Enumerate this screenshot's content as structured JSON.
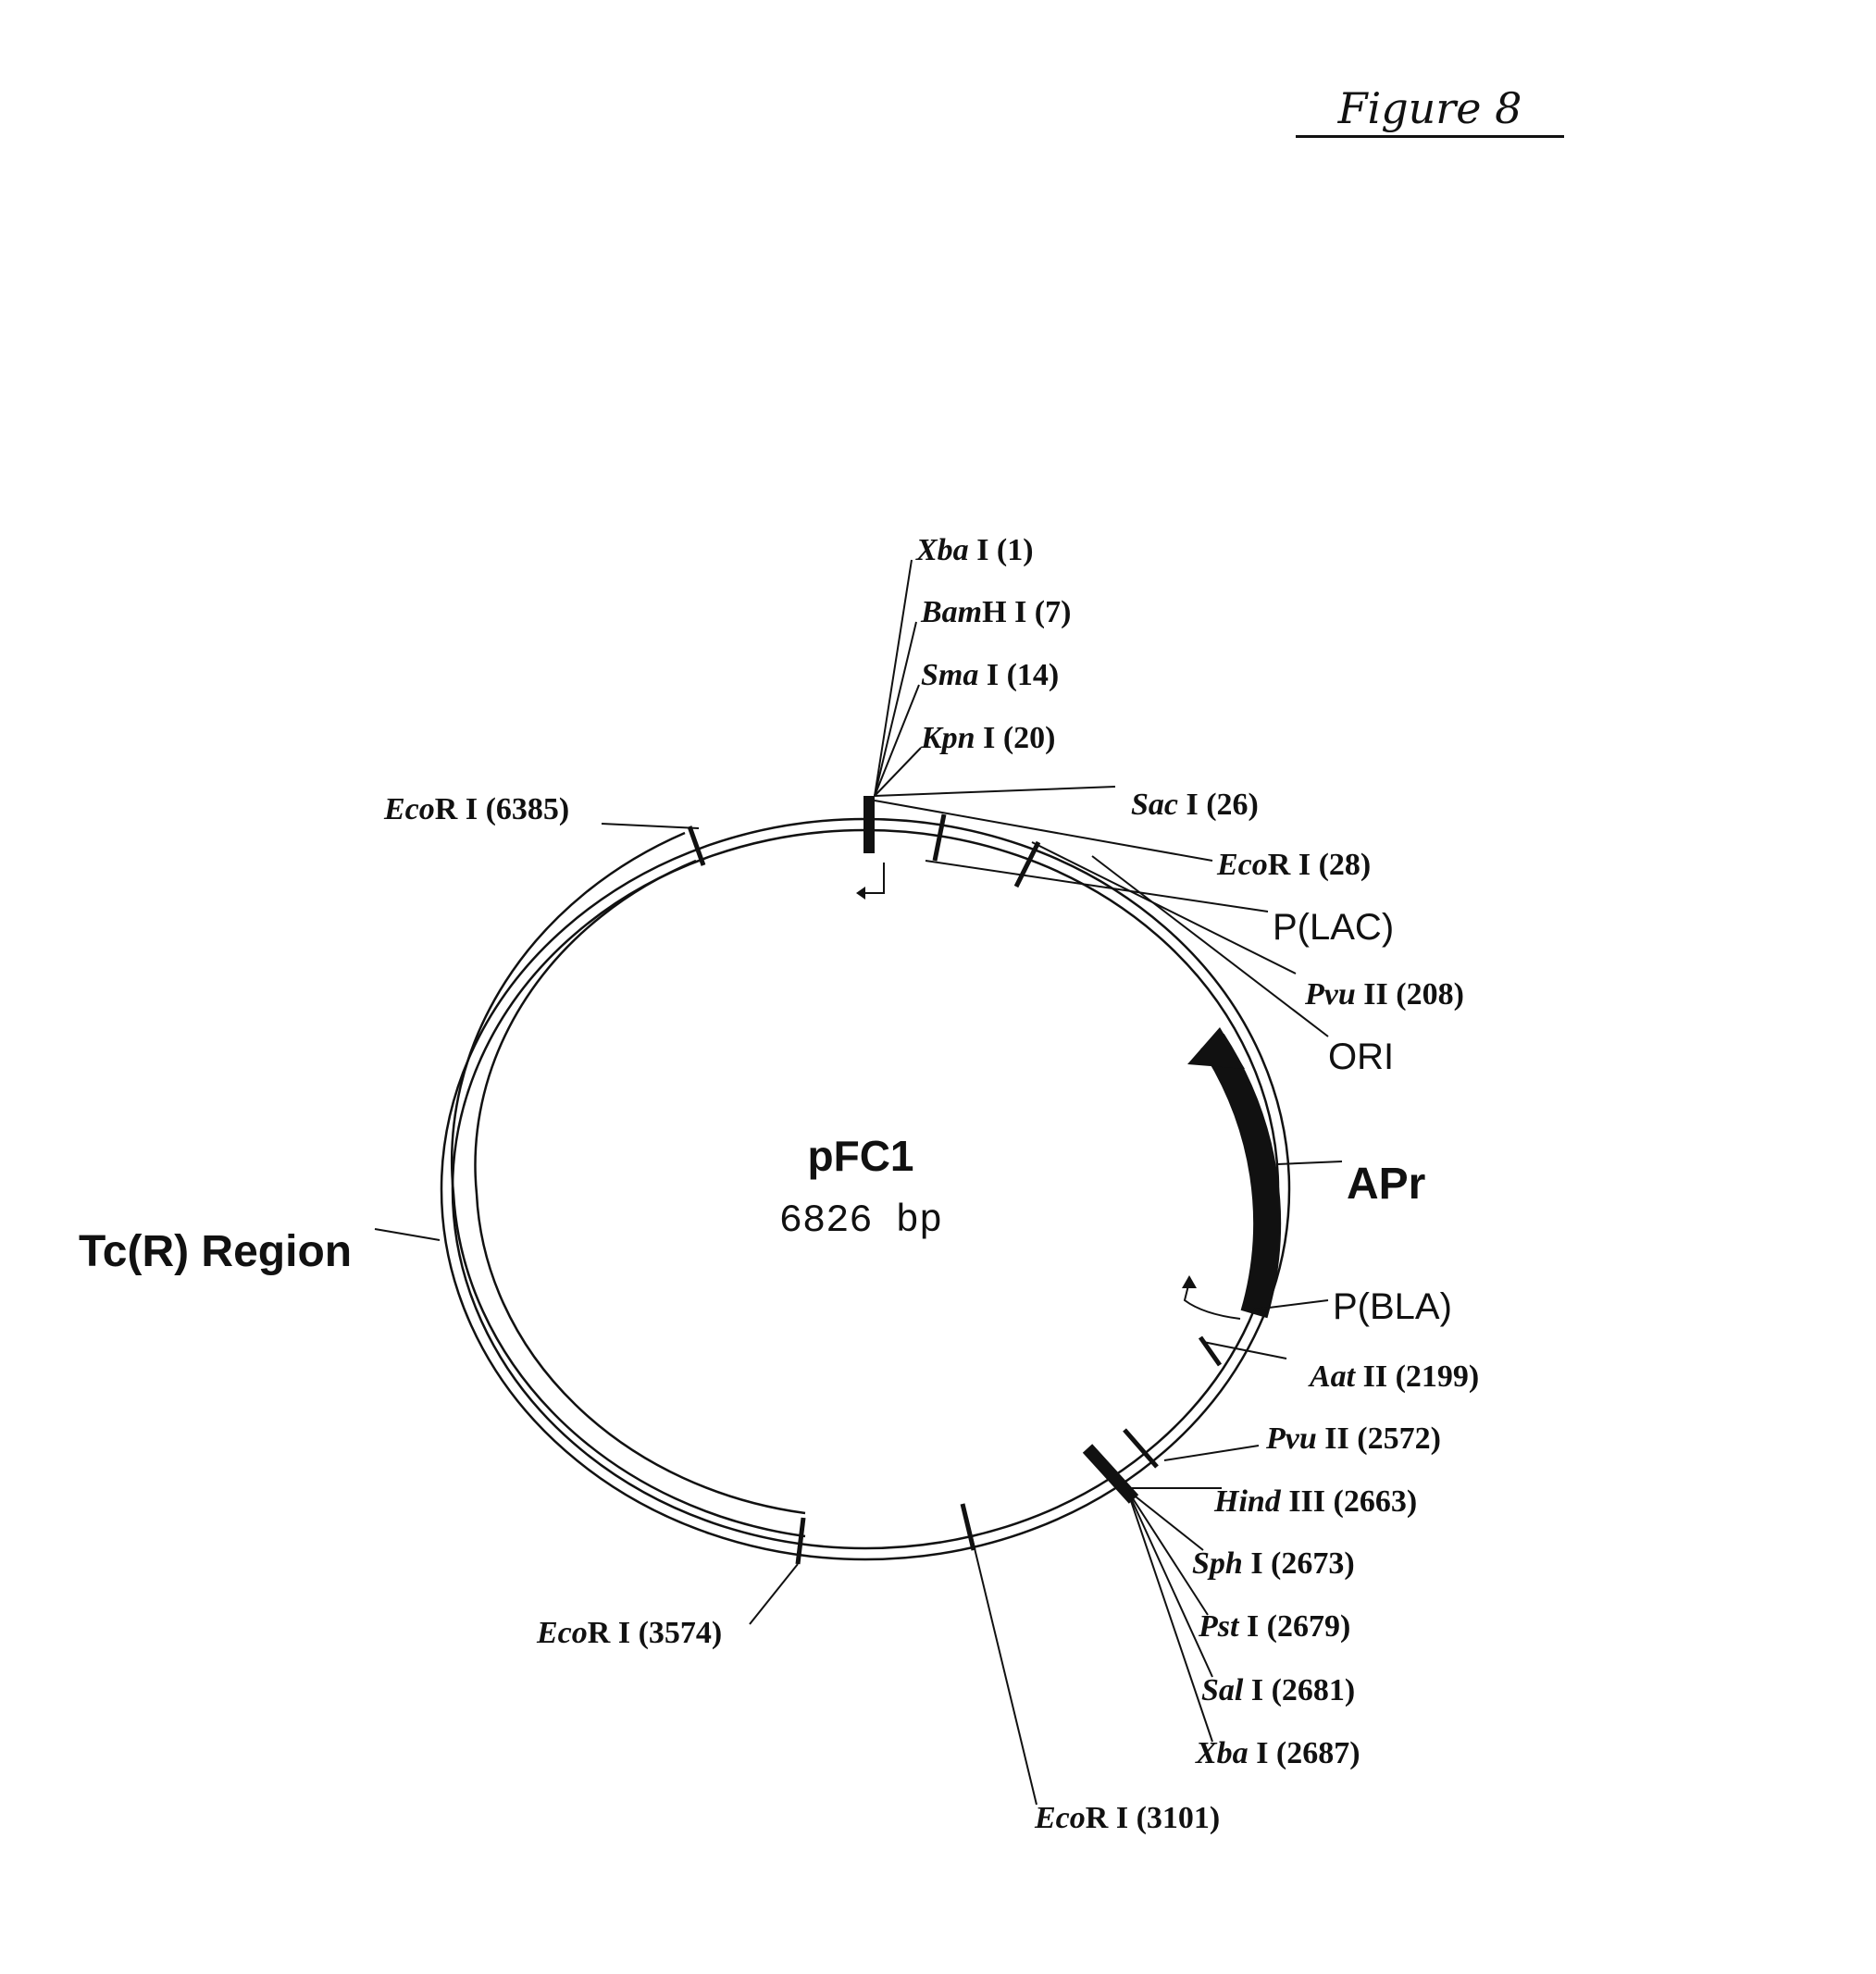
{
  "figure_title": "Figure 8",
  "plasmid": {
    "name": "pFC1",
    "size_label": "6826 bp"
  },
  "sites": [
    {
      "enzyme": "Xba",
      "rest": " I (1)"
    },
    {
      "enzyme": "Bam",
      "rest": "H I (7)"
    },
    {
      "enzyme": "Sma",
      "rest": " I (14)"
    },
    {
      "enzyme": "Kpn",
      "rest": " I (20)"
    },
    {
      "enzyme": "Sac",
      "rest": " I (26)"
    },
    {
      "enzyme": "Eco",
      "rest": "R I (28)"
    },
    {
      "enzyme": "Pvu",
      "rest": " II (208)"
    },
    {
      "enzyme": "Aat",
      "rest": " II (2199)"
    },
    {
      "enzyme": "Pvu",
      "rest": " II (2572)"
    },
    {
      "enzyme": "Hind",
      "rest": " III (2663)"
    },
    {
      "enzyme": "Sph",
      "rest": " I (2673)"
    },
    {
      "enzyme": "Pst",
      "rest": " I (2679)"
    },
    {
      "enzyme": "Sal",
      "rest": " I (2681)"
    },
    {
      "enzyme": "Xba",
      "rest": " I (2687)"
    },
    {
      "enzyme": "Eco",
      "rest": "R I (3101)"
    },
    {
      "enzyme": "Eco",
      "rest": "R I (3574)"
    },
    {
      "enzyme": "Eco",
      "rest": "R I (6385)"
    }
  ],
  "features": {
    "plac": "P(LAC)",
    "ori": "ORI",
    "apr": "APr",
    "pbla": "P(BLA)",
    "tcr": "Tc(R) Region"
  }
}
